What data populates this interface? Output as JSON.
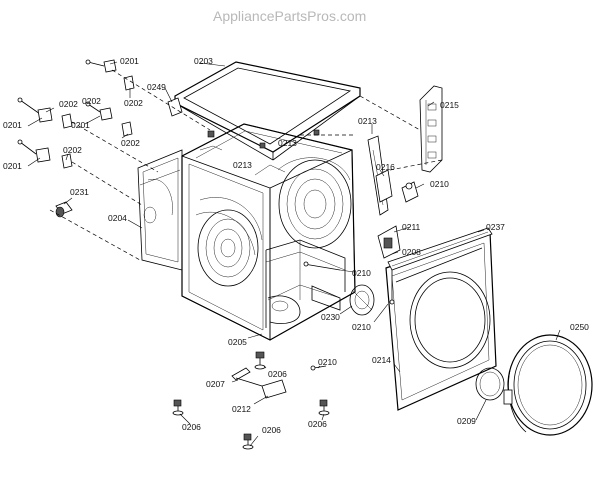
{
  "watermark": "AppliancePartsPros.com",
  "callouts": [
    {
      "id": "c0201a",
      "text": "0201"
    },
    {
      "id": "c0202a",
      "text": "0202"
    },
    {
      "id": "c0249",
      "text": "0249"
    },
    {
      "id": "c0203",
      "text": "0203"
    },
    {
      "id": "c0202b",
      "text": "0202"
    },
    {
      "id": "c0201b",
      "text": "0201"
    },
    {
      "id": "c0201c",
      "text": "0201"
    },
    {
      "id": "c0202c",
      "text": "0202"
    },
    {
      "id": "c0202d",
      "text": "0202"
    },
    {
      "id": "c0201d",
      "text": "0201"
    },
    {
      "id": "c0202e",
      "text": "0202"
    },
    {
      "id": "c0231",
      "text": "0231"
    },
    {
      "id": "c0204",
      "text": "0204"
    },
    {
      "id": "c0213a",
      "text": "0213"
    },
    {
      "id": "c0213b",
      "text": "0213"
    },
    {
      "id": "c0213c",
      "text": "0213"
    },
    {
      "id": "c0215",
      "text": "0215"
    },
    {
      "id": "c0216",
      "text": "0216"
    },
    {
      "id": "c0210a",
      "text": "0210"
    },
    {
      "id": "c0211",
      "text": "0211"
    },
    {
      "id": "c0208",
      "text": "0208"
    },
    {
      "id": "c0237",
      "text": "0237"
    },
    {
      "id": "c0210b",
      "text": "0210"
    },
    {
      "id": "c0230",
      "text": "0230"
    },
    {
      "id": "c0210c",
      "text": "0210"
    },
    {
      "id": "c0205",
      "text": "0205"
    },
    {
      "id": "c0214",
      "text": "0214"
    },
    {
      "id": "c0250",
      "text": "0250"
    },
    {
      "id": "c0206a",
      "text": "0206"
    },
    {
      "id": "c0207",
      "text": "0207"
    },
    {
      "id": "c0210d",
      "text": "0210"
    },
    {
      "id": "c0212",
      "text": "0212"
    },
    {
      "id": "c0206b",
      "text": "0206"
    },
    {
      "id": "c0206c",
      "text": "0206"
    },
    {
      "id": "c0206d",
      "text": "0206"
    },
    {
      "id": "c0209",
      "text": "0209"
    }
  ]
}
